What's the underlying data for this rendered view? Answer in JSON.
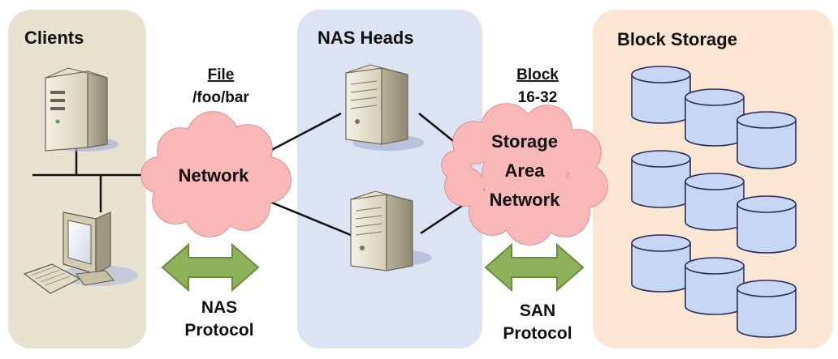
{
  "panels": {
    "clients": {
      "title": "Clients"
    },
    "nas_heads": {
      "title": "NAS Heads"
    },
    "block_storage": {
      "title": "Block Storage"
    }
  },
  "file_label": {
    "heading": "File",
    "path": "/foo/bar"
  },
  "block_label": {
    "heading": "Block",
    "range": "16-32"
  },
  "network_cloud": {
    "label": "Network"
  },
  "san_cloud": {
    "lines": [
      "Storage",
      "Area",
      "Network"
    ]
  },
  "nas_protocol": {
    "lines": [
      "NAS",
      "Protocol"
    ]
  },
  "san_protocol": {
    "lines": [
      "SAN",
      "Protocol"
    ]
  },
  "colors": {
    "clients_panel": "#e8e2d0",
    "nas_panel": "#dce3f2",
    "storage_panel": "#fbe6d4",
    "cloud_fill": "#f8b8b8",
    "cloud_stroke": "#d98080",
    "arrow_fill": "#8db259",
    "arrow_stroke": "#6a8c3c",
    "disk_fill": "#c7d6f2",
    "disk_stroke": "#2d2d5a"
  },
  "icons": [
    "tower-server-icon",
    "desktop-computer-icon",
    "rack-server-icon",
    "disk-cylinder-icon"
  ]
}
